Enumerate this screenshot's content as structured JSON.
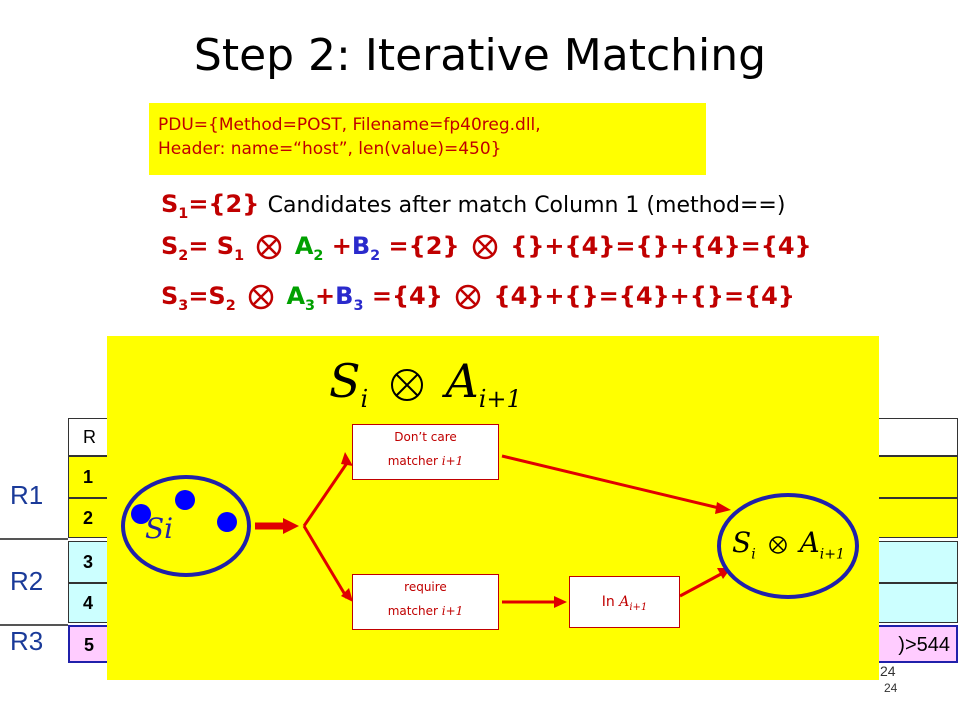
{
  "slide": {
    "title": "Step 2: Iterative Matching",
    "pdu_line1": "PDU={Method=POST, Filename=fp40reg.dll,",
    "pdu_line2": "Header: name=“host”, len(value)=450}",
    "s1": {
      "lhs": "S",
      "lhs_sub": "1",
      "set": "={2}",
      "desc": "Candidates after match Column 1 (method==)"
    },
    "s2": {
      "lhs": "S",
      "lhs_sub": "2",
      "eq": "=",
      "s": "S",
      "s_sub": "1",
      "a": "A",
      "a_sub": "2",
      "plus": "+",
      "b": "B",
      "b_sub": "2",
      "set": "={2}",
      "rest": "{}+{4}={}+{4}={4}"
    },
    "s3": {
      "lhs": "S",
      "lhs_sub": "3",
      "eq": "=",
      "s": "S",
      "s_sub": "2",
      "a": "A",
      "a_sub": "3",
      "plus": "+",
      "b": "B",
      "b_sub": "3",
      "set": "={4}",
      "rest": "{4}+{}={4}+{}={4}"
    },
    "page_number": "24",
    "page_number_small": "24"
  },
  "table": {
    "header_fragment": "R",
    "groups": [
      {
        "label": "R1",
        "rows": [
          "1",
          "2"
        ]
      },
      {
        "label": "R2",
        "rows": [
          "3",
          "4"
        ]
      },
      {
        "label": "R3",
        "rows": [
          "5"
        ]
      }
    ],
    "last_row_tail": ")>544",
    "row_colors": [
      "#ffff00",
      "#ffff00",
      "#ccffff",
      "#ccffff",
      "#ffccff"
    ]
  },
  "overlay": {
    "top_formula": {
      "s": "S",
      "s_sub": "i",
      "a": "A",
      "a_sub": "i+1"
    },
    "si_label": "Si",
    "dont_care_line1": "Don’t care",
    "dont_care_line2": "matcher ",
    "dont_care_var": "i+1",
    "require_line1": "require",
    "require_line2": "matcher ",
    "require_var": "i+1",
    "in_label": "In ",
    "in_var": "A",
    "in_sub": "i+1",
    "result_formula": {
      "s": "S",
      "s_sub": "i",
      "a": "A",
      "a_sub": "i+1"
    },
    "colors": {
      "background": "#ffff00",
      "arrow": "#e00000",
      "circle": "#2020aa",
      "dot": "#0000ff"
    }
  }
}
